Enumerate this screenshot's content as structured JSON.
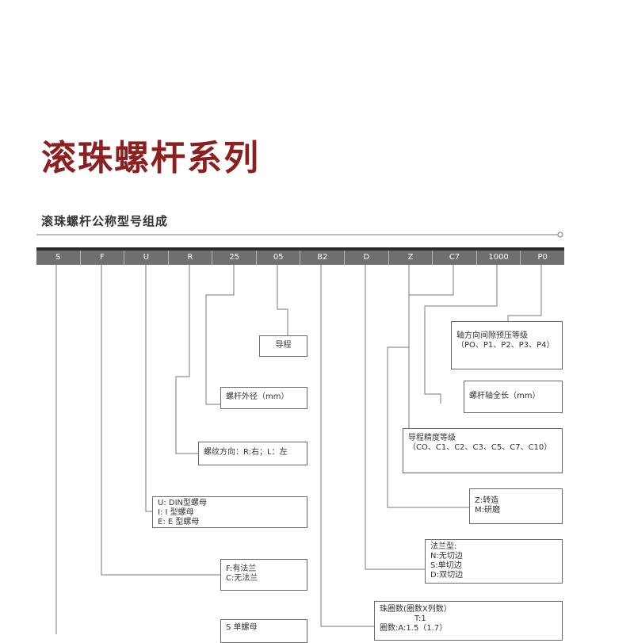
{
  "title": "滚珠螺杆系列",
  "subtitle": "滚珠螺杆公称型号组成",
  "code_segments": [
    "S",
    "F",
    "U",
    "R",
    "25",
    "05",
    "B2",
    "D",
    "Z",
    "C7",
    "1000",
    "P0"
  ],
  "boxes": {
    "lead": [
      "导程"
    ],
    "outer_diameter": [
      "螺杆外径（mm）"
    ],
    "thread_direction": [
      "螺纹方向：R:右；L：左"
    ],
    "nut_type": [
      "U: DIN型螺母",
      "I: I 型螺母",
      "E: E 型螺母"
    ],
    "flange": [
      "F:有法兰",
      "C:无法兰"
    ],
    "nut_count": [
      "S 单螺母"
    ],
    "preload_grade": [
      "轴方向间隙预压等级",
      "（PO、P1、P2、P3、P4）"
    ],
    "total_length": [
      "螺杆轴全长（mm）"
    ],
    "lead_precision": [
      "导程精度等级",
      "（CO、C1、C2、C3、C5、C7、C10）"
    ],
    "manufacturing": [
      "Z:转造",
      "M:研磨"
    ],
    "flange_cut": [
      "法兰型:",
      "N:无切边",
      "S:单切边",
      "D:双切边"
    ],
    "circuits": [
      "珠圈数(圈数X列数）",
      "T:1",
      "圈数:A:1.5（1.7）"
    ]
  }
}
